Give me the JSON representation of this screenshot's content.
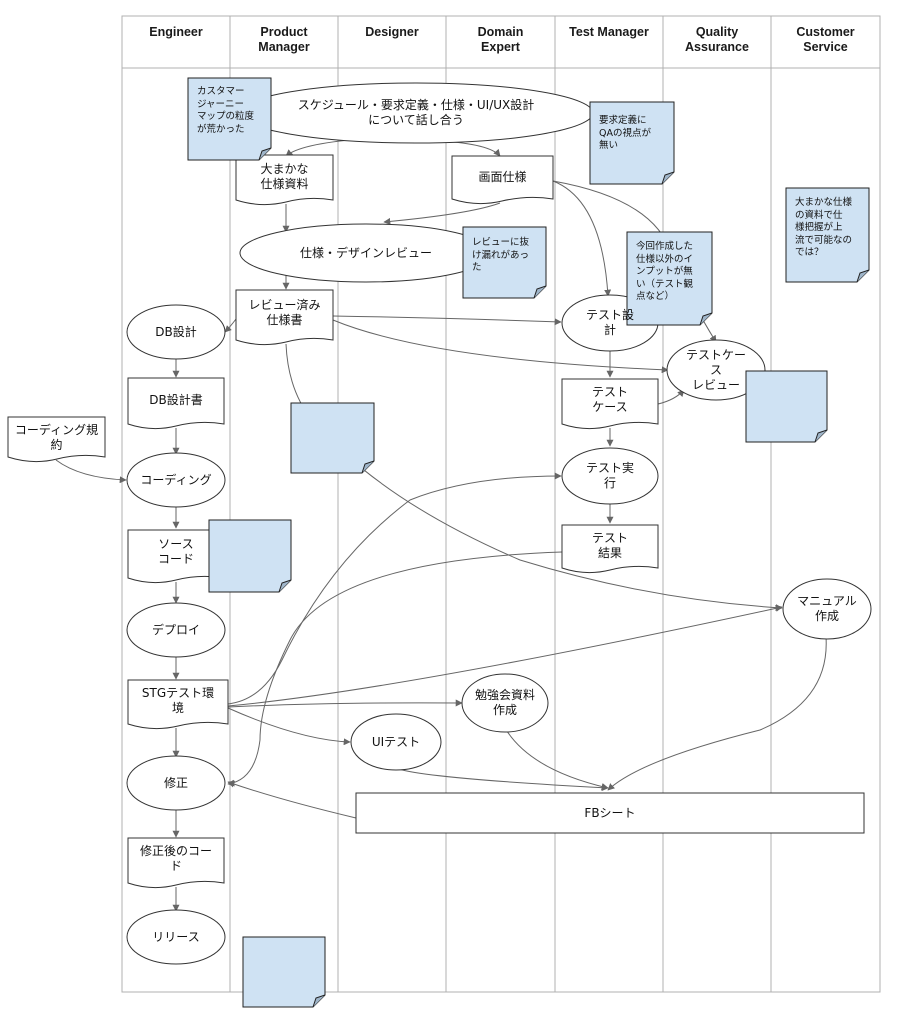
{
  "lanes": [
    "Engineer",
    "Product\nManager",
    "Designer",
    "Domain\nExpert",
    "Test Manager",
    "Quality\nAssurance",
    "Customer\nService"
  ],
  "nodes": {
    "meeting": "スケジュール・要求定義・仕様・UI/UX設計\nについて話し合う",
    "rough_spec": "大まかな\n仕様資料",
    "screen_spec": "画面仕様",
    "spec_design_review": "仕様・デザインレビュー",
    "reviewed_spec": "レビュー済み\n仕様書",
    "db_design": "DB設計",
    "db_design_doc": "DB設計書",
    "coding_rules": "コーディング規\n約",
    "coding": "コーディング",
    "source_code": "ソース\nコード",
    "deploy": "デプロイ",
    "stg_env": "STGテスト環\n境",
    "fix": "修正",
    "fixed_code": "修正後のコー\nド",
    "release": "リリース",
    "test_design": "テスト設\n計",
    "test_case": "テスト\nケース",
    "test_case_review": "テストケー\nス\nレビュー",
    "test_exec": "テスト実\n行",
    "test_result": "テスト\n結果",
    "manual": "マニュアル\n作成",
    "study_material": "勉強会資料\n作成",
    "ui_test": "UIテスト",
    "fb_sheet": "FBシート"
  },
  "notes": {
    "journey_map": "カスタマー\nジャーニー\nマップの粒度\nが荒かった",
    "qa_perspective": "要求定義に\nQAの視点が\n無い",
    "review_gaps": "レビューに抜\nけ漏れがあっ\nた",
    "no_input": "今回作成した\n仕様以外のイ\nンプットが無\nい（テスト観\n点など）",
    "upstream_possible": "大まかな仕様\nの資料で仕\n様把握が上\n流で可能なの\nでは？"
  },
  "colors": {
    "note_fill": "#cfe2f3",
    "line": "#666666",
    "border": "#999999",
    "node_stroke": "#333333"
  }
}
